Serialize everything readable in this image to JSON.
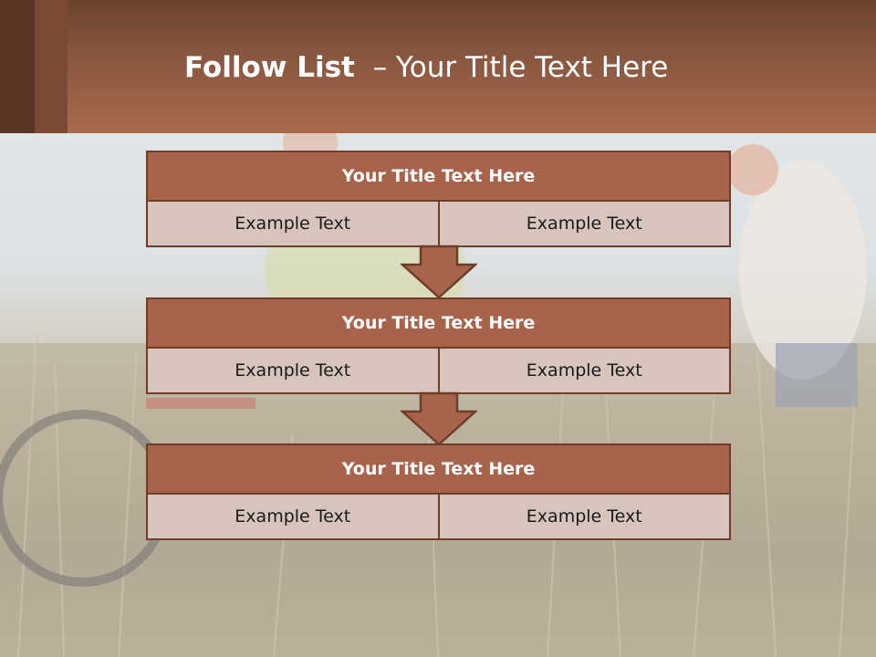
{
  "slide": {
    "title_lead": "Follow List",
    "title_rest": "  – Your Title Text Here"
  },
  "steps": [
    {
      "title": "Your Title Text Here",
      "left": "Example Text",
      "right": "Example Text"
    },
    {
      "title": "Your Title Text Here",
      "left": "Example Text",
      "right": "Example Text"
    },
    {
      "title": "Your Title Text Here",
      "left": "Example Text",
      "right": "Example Text"
    }
  ],
  "colors": {
    "header_brown": "#8a5840",
    "box_fill": "#a8644a",
    "cell_fill": "#d7c4bd",
    "border": "#6e3d2a"
  },
  "background_image": "cyclists-in-grass-photo"
}
